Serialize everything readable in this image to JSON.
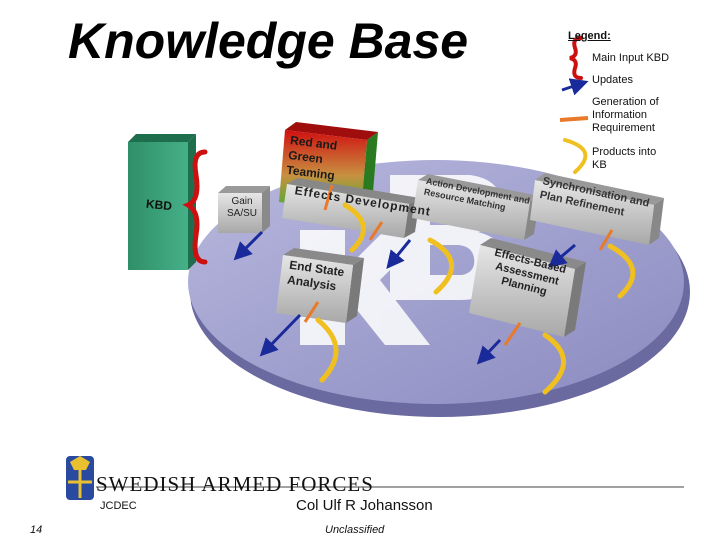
{
  "title": "Knowledge Base",
  "legend": {
    "heading": "Legend:",
    "items": [
      {
        "label": "Main Input KBD"
      },
      {
        "label": "Updates"
      },
      {
        "label": "Generation of Information Requirement"
      },
      {
        "label": "Products into KB"
      }
    ]
  },
  "blocks": {
    "kbd": "KBD",
    "gain": "Gain SA/SU",
    "red_green": "Red and Green Teaming",
    "effects_dev": "Effects Development",
    "action_dev": "Action Development and Resource Matching",
    "sync": "Synchronisation and Plan Refinement",
    "end_state": "End State Analysis",
    "ebap": "Effects-Based Assessment Planning"
  },
  "footer": {
    "org": "SWEDISH ARMED FORCES",
    "unit": "JCDEC",
    "author": "Col Ulf R Johansson",
    "page": "14",
    "classification": "Unclassified"
  },
  "colors": {
    "disc": "#9a9ac8",
    "kbd_box": "#3aa27a",
    "box_grey": "#c8c8c8",
    "red_brace": "#cc1010",
    "updates_arrow": "#1a2a9a",
    "info_arrow": "#e87a2a",
    "products_arrow": "#f0c020"
  }
}
